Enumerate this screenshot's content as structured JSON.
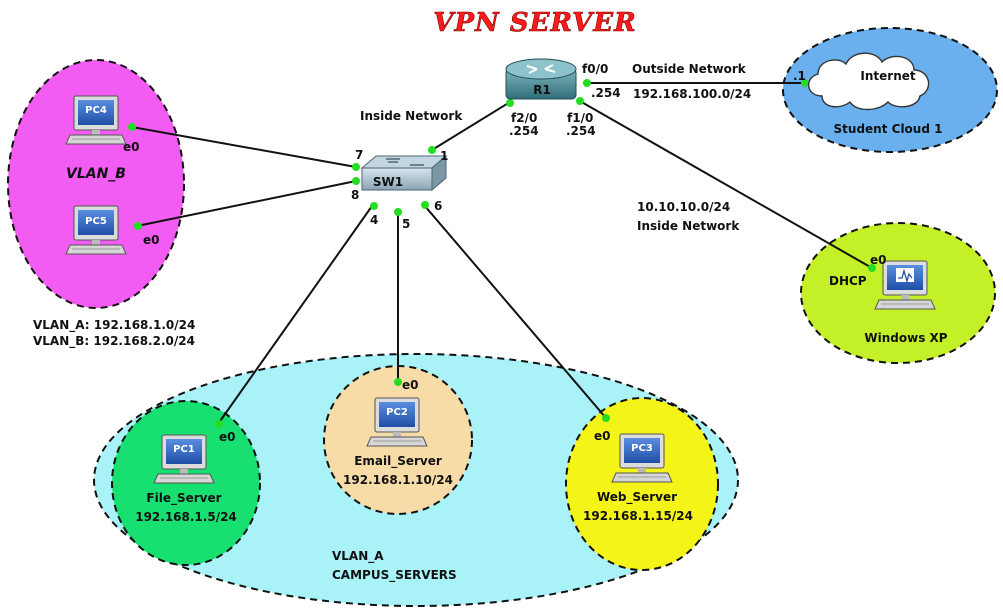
{
  "title": "VPN SERVER",
  "colors": {
    "title": "#ff1a1a",
    "vlan_b_zone": "#f25cf2",
    "vlan_a_zone": "#a8f2f8",
    "file_server_zone": "#18e070",
    "email_server_zone": "#f8dca8",
    "web_server_zone": "#f4f418",
    "windows_xp_zone": "#c4f028",
    "cloud_zone": "#6ab0ee",
    "port_dot": "#22dd22",
    "router": "#3a7c86",
    "switch": "#98b2c2"
  },
  "router": {
    "name": "R1",
    "icon": "router-icon"
  },
  "switch": {
    "name": "SW1",
    "icon": "switch-icon"
  },
  "cloud": {
    "name": "Internet",
    "label": "Student Cloud 1",
    "port": ".1",
    "icon": "cloud-icon"
  },
  "hosts": {
    "pc4": {
      "name": "PC4",
      "port": "e0"
    },
    "pc5": {
      "name": "PC5",
      "port": "e0"
    },
    "pc1": {
      "name": "PC1",
      "port": "e0",
      "label": "File_Server",
      "ip": "192.168.1.5/24"
    },
    "pc2": {
      "name": "PC2",
      "port": "e0",
      "label": "Email_Server",
      "ip": "192.168.1.10/24"
    },
    "pc3": {
      "name": "PC3",
      "port": "e0",
      "label": "Web_Server",
      "ip": "192.168.1.15/24"
    },
    "winxp": {
      "label": "Windows XP",
      "port": "e0",
      "dhcp": "DHCP"
    }
  },
  "router_ports": {
    "f0_0": {
      "name": "f0/0",
      "ip": ".254"
    },
    "f2_0": {
      "name": "f2/0",
      "ip": ".254"
    },
    "f1_0": {
      "name": "f1/0",
      "ip": ".254"
    }
  },
  "switch_ports": [
    "1",
    "4",
    "5",
    "6",
    "7",
    "8"
  ],
  "networks": {
    "outside_label": "Outside Network",
    "outside_subnet": "192.168.100.0/24",
    "inside_label_top": "Inside Network",
    "inside_subnet": "10.10.10.0/24",
    "inside_label_right": "Inside Network"
  },
  "vlans": {
    "vlan_b_label": "VLAN_B",
    "vlan_a_line": "VLAN_A: 192.168.1.0/24",
    "vlan_b_line": "VLAN_B: 192.168.2.0/24",
    "vlan_a_zone_label": "VLAN_A",
    "vlan_a_zone_sublabel": "CAMPUS_SERVERS"
  }
}
